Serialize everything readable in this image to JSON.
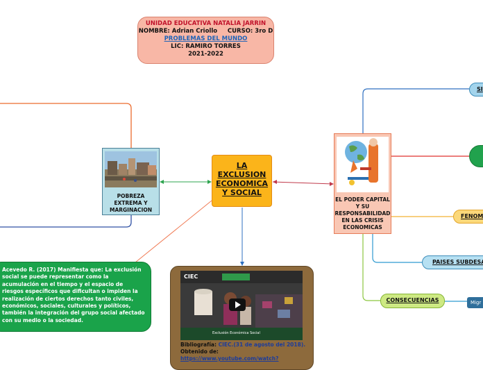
{
  "header": {
    "school": "UNIDAD EDUCATIVA NATALIA JARRIN",
    "student_line": "NOMBRE: Adrian Criollo     CURSO: 3ro D",
    "subject": "PROBLEMAS DEL MUNDO",
    "teacher": "LIC: RAMIRO TORRES",
    "year": "2021-2022"
  },
  "central": {
    "title": "LA EXCLUSION ECONOMICA Y SOCIAL",
    "color": "#fbb41a"
  },
  "left_topic": {
    "label": "POBREZA EXTREMA Y MARGINACION",
    "image_icon": "street-scene-photo"
  },
  "right_topic": {
    "label": "EL PODER CAPITAL Y SU RESPONSABILIDAD EN LAS CRISIS ECONOMICAS",
    "image_icon": "capitalist-globe-illustration"
  },
  "quote": {
    "text": "Acevedo R. (2017) Manifiesta que: La exclusión social se puede representar como la acumulación en el tiempo y el espacio de riesgos específicos que dificultan o impiden la realización de ciertos derechos tanto civiles, económicos, sociales, culturales y políticos, también la integración del grupo social afectado con su medio o la sociedad.",
    "color": "#1aa34a"
  },
  "video": {
    "channel": "CIEC",
    "lower_third": "Exclusión Económica Social",
    "play_icon": "play-button-icon",
    "biblio_label": "Bibliografía:",
    "biblio_citation": "CIEC.(31 de agosto del 2018).",
    "biblio_obtained": "Obtenido de:",
    "biblio_url": "https://www.youtube.com/watch?"
  },
  "branches": [
    {
      "label": "SI",
      "color": "#a3d4ec"
    },
    {
      "label": "",
      "color": "#21a24d"
    },
    {
      "label": "FENOM",
      "color": "#fbd87a"
    },
    {
      "label": "PAISES SUBDESAR",
      "color": "#b6e0f2"
    },
    {
      "label": "CONSECUENCIAS",
      "color": "#cde983"
    }
  ],
  "sub_tag": {
    "label": "Migr"
  }
}
